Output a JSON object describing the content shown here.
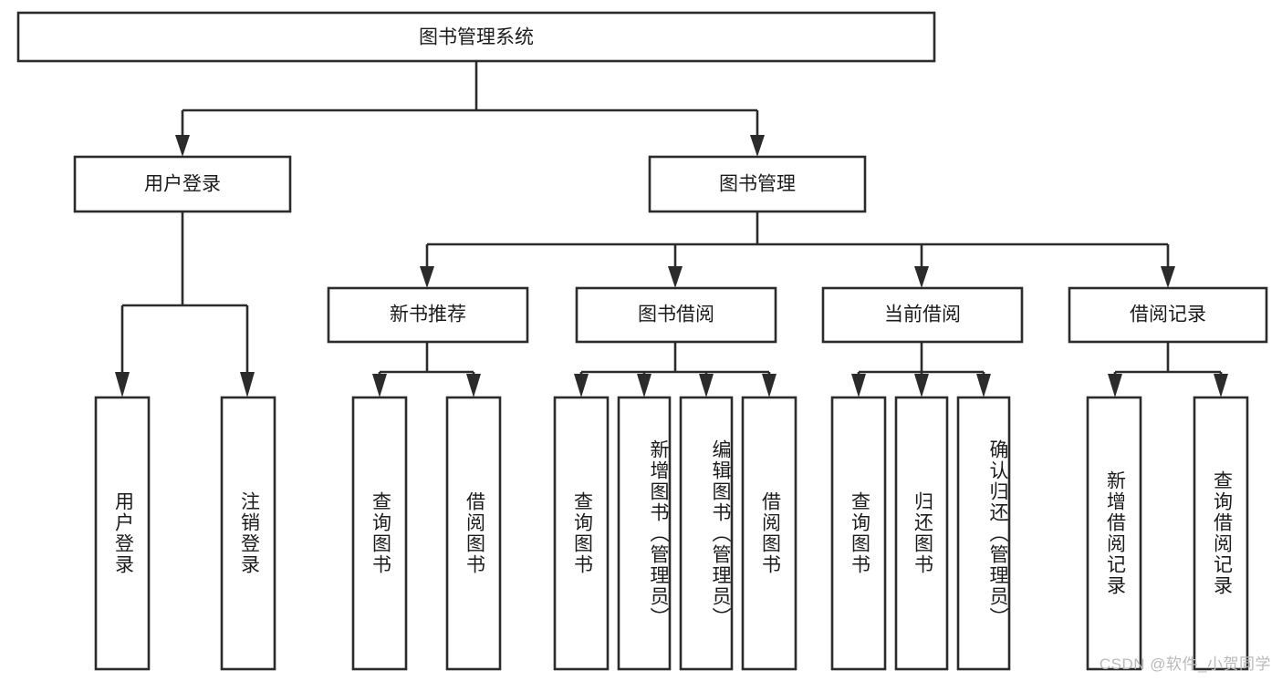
{
  "diagram": {
    "title": "图书管理系统",
    "type": "tree-hierarchy-flowchart",
    "watermark": "CSDN @软件_小贺同学",
    "root": {
      "id": "root",
      "label": "图书管理系统",
      "orientation": "horizontal"
    },
    "level1": [
      {
        "id": "user-login",
        "label": "用户登录",
        "orientation": "horizontal"
      },
      {
        "id": "book-management",
        "label": "图书管理",
        "orientation": "horizontal"
      }
    ],
    "level2": [
      {
        "id": "new-book-recommend",
        "label": "新书推荐",
        "orientation": "horizontal",
        "parent": "book-management"
      },
      {
        "id": "book-borrow",
        "label": "图书借阅",
        "orientation": "horizontal",
        "parent": "book-management"
      },
      {
        "id": "current-borrow",
        "label": "当前借阅",
        "orientation": "horizontal",
        "parent": "book-management"
      },
      {
        "id": "borrow-record",
        "label": "借阅记录",
        "orientation": "horizontal",
        "parent": "book-management"
      }
    ],
    "leaves": [
      {
        "id": "leaf-user-login",
        "label": "用户登录",
        "orientation": "vertical",
        "parent": "user-login"
      },
      {
        "id": "leaf-logout",
        "label": "注销登录",
        "orientation": "vertical",
        "parent": "user-login"
      },
      {
        "id": "leaf-query-books-1",
        "label": "查询图书",
        "orientation": "vertical",
        "parent": "new-book-recommend"
      },
      {
        "id": "leaf-borrow-books-1",
        "label": "借阅图书",
        "orientation": "vertical",
        "parent": "new-book-recommend"
      },
      {
        "id": "leaf-query-books-2",
        "label": "查询图书",
        "orientation": "vertical",
        "parent": "book-borrow"
      },
      {
        "id": "leaf-add-book",
        "label": "新增图书（管理员）",
        "orientation": "vertical",
        "parent": "book-borrow"
      },
      {
        "id": "leaf-edit-book",
        "label": "编辑图书（管理员）",
        "orientation": "vertical",
        "parent": "book-borrow"
      },
      {
        "id": "leaf-borrow-books-2",
        "label": "借阅图书",
        "orientation": "vertical",
        "parent": "book-borrow"
      },
      {
        "id": "leaf-query-books-3",
        "label": "查询图书",
        "orientation": "vertical",
        "parent": "current-borrow"
      },
      {
        "id": "leaf-return-books",
        "label": "归还图书",
        "orientation": "vertical",
        "parent": "current-borrow"
      },
      {
        "id": "leaf-confirm-return",
        "label": "确认归还（管理员）",
        "orientation": "vertical",
        "parent": "current-borrow"
      },
      {
        "id": "leaf-add-record",
        "label": "新增借阅记录",
        "orientation": "vertical",
        "parent": "borrow-record"
      },
      {
        "id": "leaf-query-record",
        "label": "查询借阅记录",
        "orientation": "vertical",
        "parent": "borrow-record"
      }
    ],
    "colors": {
      "box_stroke": "#2b2b2b",
      "box_fill": "#ffffff",
      "text": "#1b1b1b",
      "connector": "#2b2b2b",
      "background": "#ffffff",
      "watermark": "#b9b9b9"
    }
  }
}
